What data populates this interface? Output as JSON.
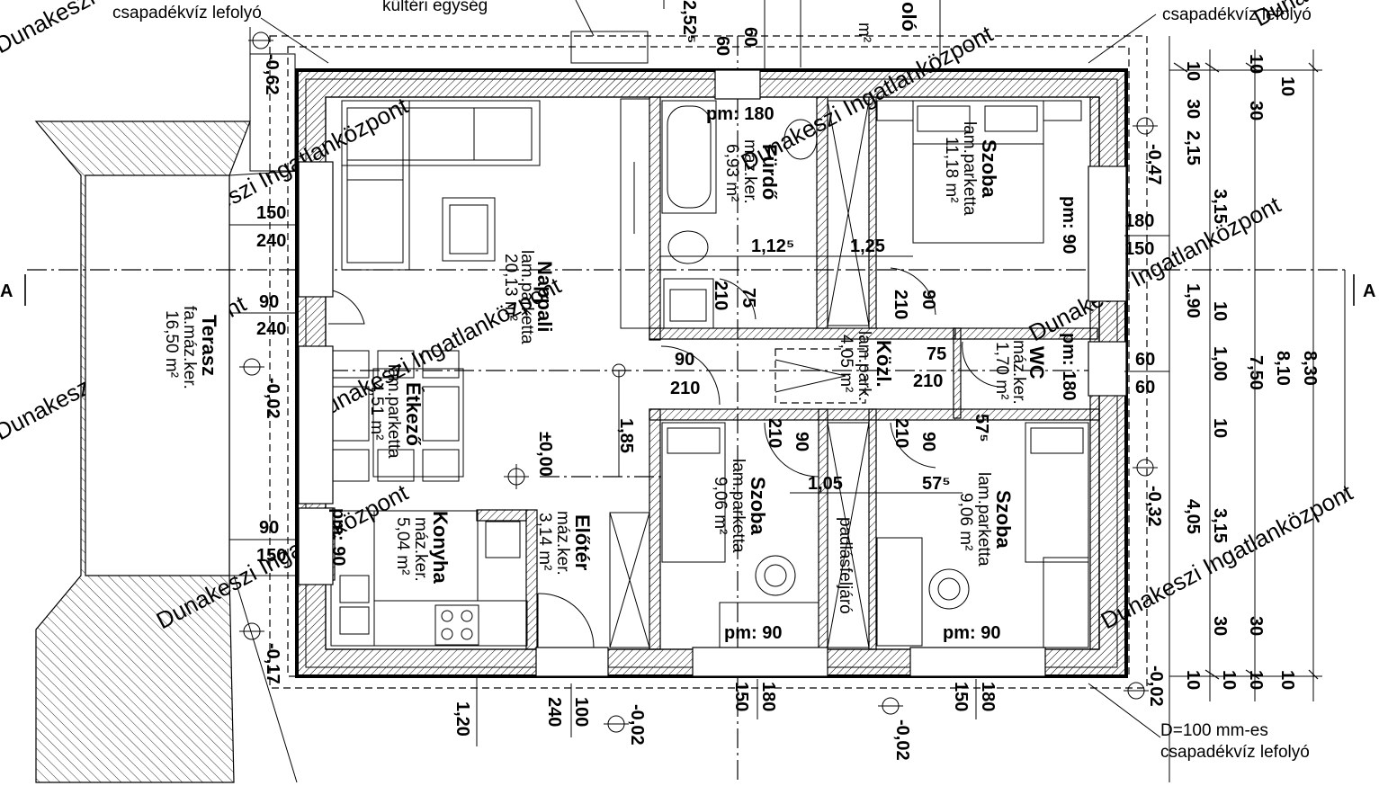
{
  "drain_labels": {
    "top_left": "csapadékvíz lefolyó",
    "top_right": "csapadékvíz lefolyó",
    "bottom_right_spec": "D=100 mm-es",
    "bottom_right": "csapadékvíz lefolyó",
    "outdoor_unit": "kültéri egység"
  },
  "section_marks": {
    "left": "A",
    "right": "A"
  },
  "watermark": "Dunakeszi Ingatlanközpont",
  "rooms": {
    "nappali": {
      "name": "Nappali",
      "floor": "lam.parketta",
      "area": "20,13 m²"
    },
    "terasz": {
      "name": "Terasz",
      "floor": "fa.máz.ker.",
      "area": "16,50 m²"
    },
    "etkezo": {
      "name": "Étkező",
      "floor": "lam.parketta",
      "area": "4,51 m²"
    },
    "konyha": {
      "name": "Konyha",
      "floor": "máz.ker.",
      "area": "5,04 m²"
    },
    "eloter": {
      "name": "Előtér",
      "floor": "máz.ker.",
      "area": "3,14 m²"
    },
    "furdo": {
      "name": "Fürdő",
      "floor": "máz.ker.",
      "area": "6,93 m²"
    },
    "szoba1": {
      "name": "Szoba",
      "floor": "lam.parketta",
      "area": "11,18 m²"
    },
    "kozl": {
      "name": "Közl.",
      "floor": "lam.park.",
      "area": "4,05 m²"
    },
    "wc": {
      "name": "WC",
      "floor": "máz.ker.",
      "area": "1,70 m²"
    },
    "szoba2": {
      "name": "Szoba",
      "floor": "lam.parketta",
      "area": "9,06 m²"
    },
    "szoba3": {
      "name": "Szoba",
      "floor": "lam.parketta",
      "area": "9,06 m²"
    },
    "padlas": {
      "name": "padlásfeljáró"
    },
    "top_partial": {
      "name": "oló",
      "area": "m²"
    }
  },
  "sill_labels": {
    "furdo": "pm: 180",
    "szoba1": "pm: 90",
    "wc": "pm: 180",
    "konyha": "pm: 90",
    "szoba2": "pm: 90",
    "szoba3": "pm: 90"
  },
  "level_marks": {
    "ground": "±0,00",
    "l1": "-0,62",
    "l2": "-0,02",
    "l3": "-0,17",
    "l4": "-0,47",
    "l5": "-0,32",
    "l6": "-0,02",
    "l7": "-0,02",
    "l8": "-0,02"
  },
  "openings": {
    "terrace_w1": "150",
    "terrace_h1": "240",
    "terrace_w2": "90",
    "terrace_h2": "240",
    "terrace_w3": "90",
    "terrace_h3": "150",
    "szoba1_w": "180",
    "szoba1_h": "150",
    "wc_w": "60",
    "wc_h": "60",
    "szoba2_w": "150",
    "szoba2_h": "180",
    "szoba3_w": "150",
    "szoba3_h": "180",
    "entry_w": "240",
    "entry_h": "100",
    "d_furdo_h": "210",
    "d_furdo_w": "75",
    "d_szoba1_h": "210",
    "d_szoba1_w": "90",
    "d_nappali_w": "90",
    "d_nappali_h": "210",
    "d_wc_w": "75",
    "d_wc_h": "210",
    "d_szoba2_h": "210",
    "d_szoba2_w": "90",
    "d_szoba3_h": "210",
    "d_szoba3_w": "90",
    "top_60a": "60",
    "top_60b": "60",
    "top_525": "2,52⁵"
  },
  "dimensions": {
    "d_112": "1,12⁵",
    "d_125": "1,25",
    "d_185": "1,85",
    "d_105": "1,05",
    "d_575a": "57⁵",
    "d_575b": "57⁵",
    "d_120": "1,20",
    "r1": [
      "10",
      "30",
      "2,15",
      "3,15",
      "1,90",
      "10",
      "1,00",
      "10",
      "3,15",
      "4,05",
      "30",
      "10"
    ],
    "r2": [
      "10",
      "30",
      "7,50",
      "10",
      "8,10",
      "30",
      "10"
    ],
    "r3": [
      "10",
      "8,30",
      "10"
    ]
  }
}
